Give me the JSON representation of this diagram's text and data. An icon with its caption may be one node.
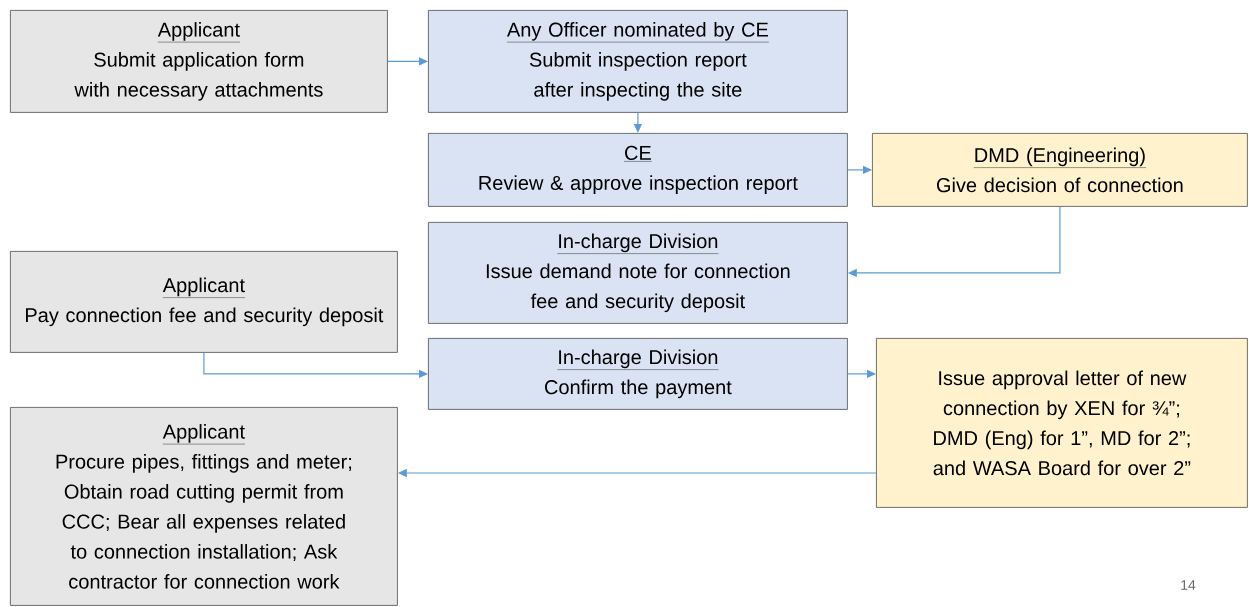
{
  "diagram": {
    "nodes": [
      {
        "text": [
          "Applicant",
          "Submit application form with necessary attachments"
        ]
      },
      {
        "text": [
          "Any Officer nominated by CE",
          "Submit inspection report after inspecting the site"
        ]
      },
      {
        "text": [
          "CE",
          "Review & approve inspection report"
        ]
      },
      {
        "text": [
          "DMD (Engineering)",
          "Give decision of connection"
        ]
      },
      {
        "text": [
          "In-charge Division",
          "Issue demand note for connection fee and security deposit"
        ]
      },
      {
        "text": [
          "Applicant",
          "Pay connection fee and security deposit"
        ]
      },
      {
        "text": [
          "In-charge Division",
          "Confirm the payment"
        ]
      },
      {
        "text": [
          "Issue approval letter of new connection by XEN for ¾”; DMD (Eng) for 1”, MD for 2”; and WASA Board for over 2”"
        ]
      },
      {
        "text": [
          "Applicant",
          "Procure pipes, fittings and meter; Obtain road cutting permit from CCC; Bear all expenses related to connection installation; Ask contractor for connection work"
        ]
      }
    ],
    "edges": [
      {
        "from": 0,
        "to": 1,
        "arrow": "to"
      },
      {
        "from": 1,
        "to": 2,
        "arrow": "to"
      },
      {
        "from": 2,
        "to": 3,
        "arrow": "to"
      },
      {
        "from": 3,
        "to": 4,
        "arrow": "to"
      },
      {
        "from": 5,
        "to": 6,
        "arrow": "to"
      },
      {
        "from": 6,
        "to": 7,
        "arrow": "to"
      },
      {
        "from": 7,
        "to": 8,
        "arrow": "to"
      }
    ],
    "labels": [
      "14"
    ]
  }
}
